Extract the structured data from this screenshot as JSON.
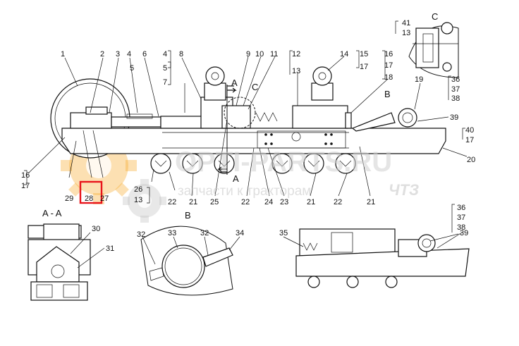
{
  "watermark": {
    "line1": "OPTI-PARTS.RU",
    "line2": "запчасти к тракторам",
    "line3": "ЧТЗ"
  },
  "highlight_color": "#e8141b",
  "gear_color": "#f5a623",
  "section_labels": {
    "aa_top": "A",
    "aa_bottom": "A",
    "c_callout": "C",
    "c_detail": "C",
    "b_callout": "B",
    "b_detail": "B",
    "aa_detail": "A - A"
  },
  "labels": {
    "n1": "1",
    "n2": "2",
    "n3": "3",
    "n4a": "4",
    "n6": "6",
    "n4b": "4",
    "n5b": "5",
    "n7": "7",
    "n5a": "5",
    "n8": "8",
    "n9": "9",
    "n10": "10",
    "n11": "11",
    "n12": "12",
    "n13a": "13",
    "n14": "14",
    "n15": "15",
    "n17a": "17",
    "n16a": "16",
    "n17b": "17",
    "n18": "18",
    "n41": "41",
    "n13b": "13",
    "n19": "19",
    "n36a": "36",
    "n37a": "37",
    "n38a": "38",
    "n39a": "39",
    "n40": "40",
    "n17c": "17",
    "n20": "20",
    "n16b": "16",
    "n17d": "17",
    "n29": "29",
    "n28": "28",
    "n27": "27",
    "n26": "26",
    "n13c": "13",
    "n22a": "22",
    "n21a": "21",
    "n25": "25",
    "n22b": "22",
    "n24": "24",
    "n23": "23",
    "n21b": "21",
    "n22c": "22",
    "n21c": "21",
    "n30": "30",
    "n31": "31",
    "n32a": "32",
    "n33": "33",
    "n32b": "32",
    "n34": "34",
    "n35": "35",
    "n36b": "36",
    "n37b": "37",
    "n38b": "38",
    "n39b": "39"
  }
}
